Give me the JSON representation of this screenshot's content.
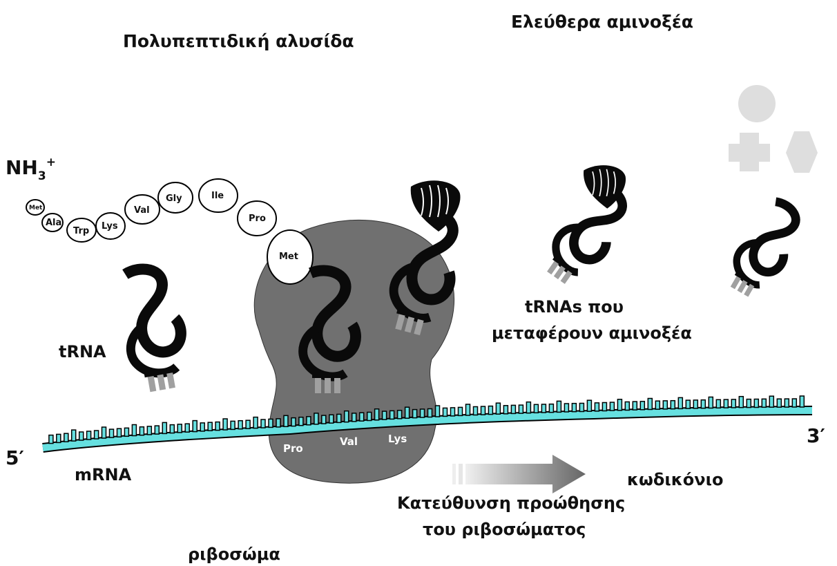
{
  "labels": {
    "polypeptide": "Πολυπεπτιδική αλυσίδα",
    "free_amino_acids": "Ελεύθερα αμινοξέα",
    "nh3": "NH",
    "nh3_sub": "3",
    "nh3_sup": "+",
    "trna": "tRNA",
    "trnas_carrying_line1": "tRNAs που",
    "trnas_carrying_line2": "μεταφέρουν αμινοξέα",
    "five_prime": "5′",
    "three_prime": "3′",
    "mrna": "mRNA",
    "codon": "κωδικόνιο",
    "direction_line1": "Κατεύθυνση προώθησης",
    "direction_line2": "του ριβοσώματος",
    "ribosome": "ριβοσώμα"
  },
  "chain": [
    "Met",
    "Ala",
    "Trp",
    "Lys",
    "Val",
    "Gly",
    "Ile",
    "Pro",
    "Met"
  ],
  "codons": [
    "Pro",
    "Val",
    "Lys"
  ],
  "colors": {
    "mrna": "#66e0e0",
    "ribosome": "#707070",
    "trna": "#0a0a0a",
    "anticodon": "#a0a0a0",
    "free_shapes": "#dedede",
    "arrow_dark": "#666666"
  }
}
